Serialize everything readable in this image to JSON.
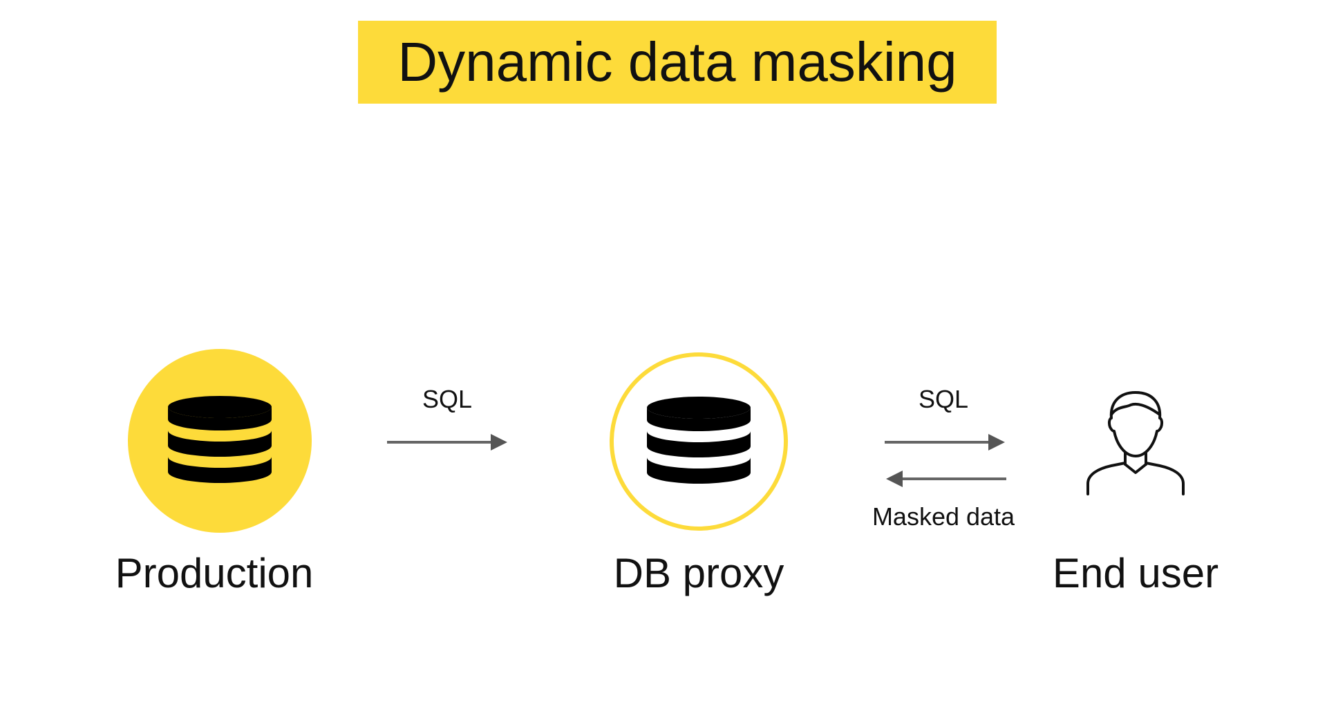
{
  "title": "Dynamic data masking",
  "colors": {
    "accent_yellow": "#fddb3a",
    "ink": "#111111",
    "arrow_gray": "#666666"
  },
  "nodes": {
    "production": {
      "label": "Production",
      "icon": "database-icon"
    },
    "db_proxy": {
      "label": "DB proxy",
      "icon": "database-icon"
    },
    "end_user": {
      "label": "End user",
      "icon": "user-icon"
    }
  },
  "edges": {
    "production_to_proxy": {
      "label": "SQL"
    },
    "user_to_proxy": {
      "label": "SQL"
    },
    "proxy_to_user": {
      "label": "Masked data"
    }
  }
}
